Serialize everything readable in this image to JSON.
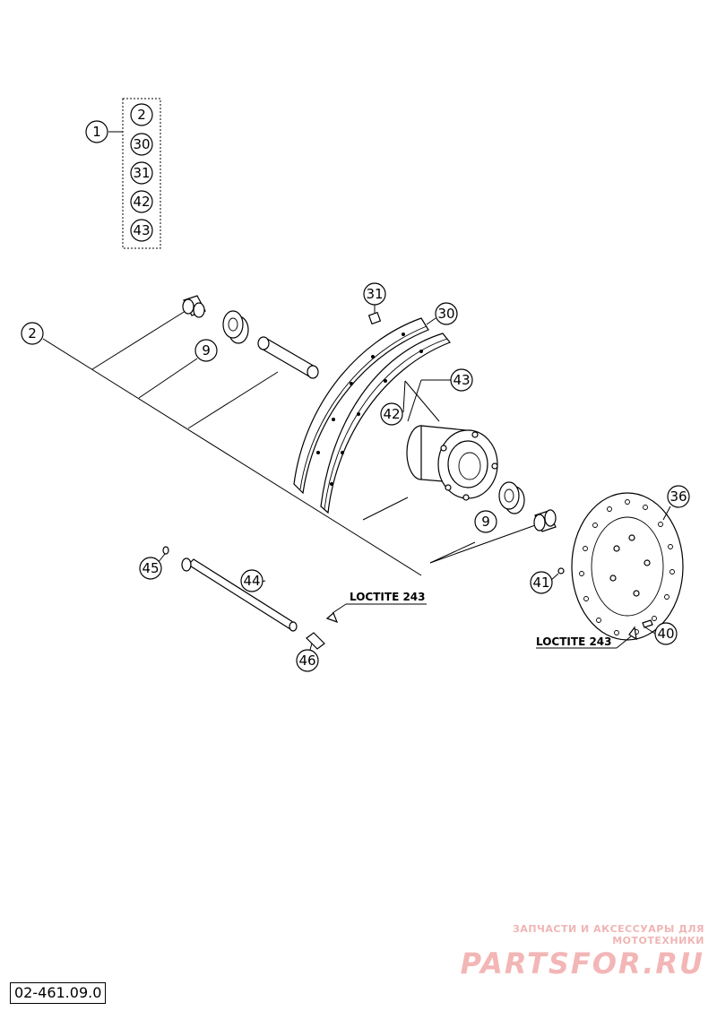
{
  "diagram": {
    "drawing_number": "02-461.09.0",
    "kit_callouts": [
      "1",
      "2",
      "30",
      "31",
      "42",
      "43"
    ],
    "callouts": {
      "c2": "2",
      "c9a": "9",
      "c9b": "9",
      "c30": "30",
      "c31": "31",
      "c36": "36",
      "c40": "40",
      "c41": "41",
      "c42": "42",
      "c43": "43",
      "c44": "44",
      "c45": "45",
      "c46": "46"
    },
    "notes": {
      "loctite_axle": "LOCTITE 243",
      "loctite_disc": "LOCTITE 243"
    }
  },
  "watermark": {
    "subtitle": "ЗАПЧАСТИ И АКСЕССУАРЫ ДЛЯ МОТОТЕХНИКИ",
    "brand": "PARTSFOR.RU"
  }
}
